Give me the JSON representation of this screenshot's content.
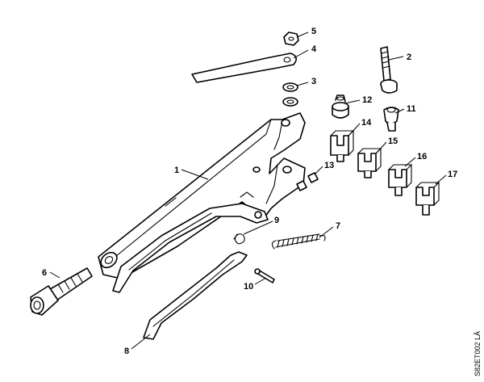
{
  "callouts": {
    "c1": "1",
    "c2": "2",
    "c3": "3",
    "c4": "4",
    "c5": "5",
    "c6": "6",
    "c7": "7",
    "c8": "8",
    "c9": "9",
    "c10": "10",
    "c11": "11",
    "c12": "12",
    "c13": "13",
    "c14": "14",
    "c15": "15",
    "c16": "16",
    "c17": "17"
  },
  "drawing_code": "S82ET002 LÄ"
}
